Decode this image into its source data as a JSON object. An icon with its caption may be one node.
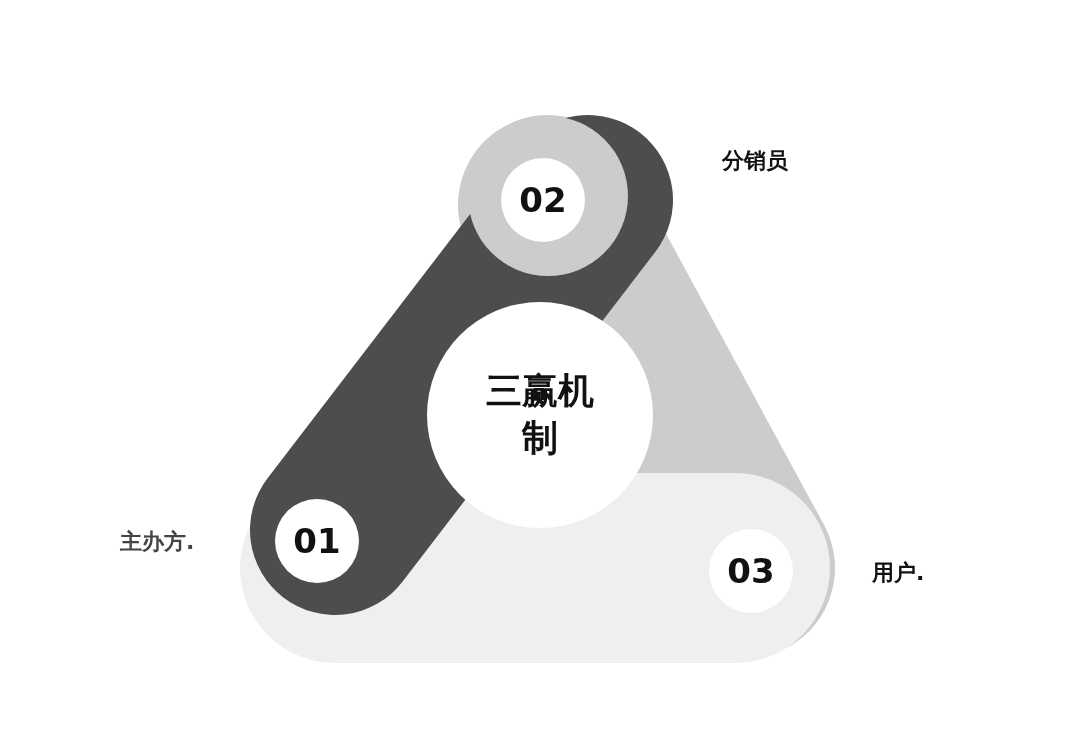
{
  "diagram": {
    "nodes": [
      {
        "text": [
          "三赢机制"
        ]
      },
      {
        "text": [
          "01"
        ]
      },
      {
        "text": [
          "02"
        ]
      },
      {
        "text": [
          "03"
        ]
      }
    ],
    "labels": [
      "分销员",
      "主办方.",
      "用户."
    ]
  }
}
